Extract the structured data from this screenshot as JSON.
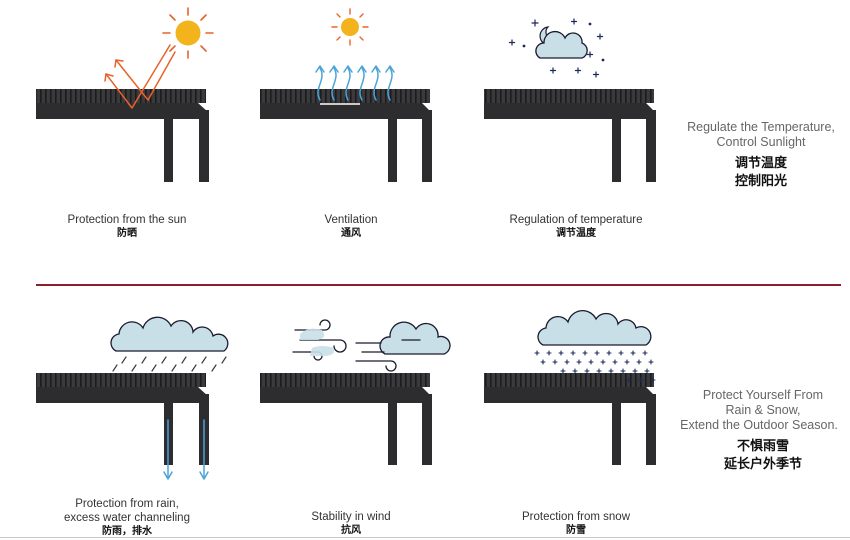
{
  "panels_top": [
    {
      "en": "Protection from the sun",
      "zh": "防晒"
    },
    {
      "en": "Ventilation",
      "zh": "通风"
    },
    {
      "en": "Regulation of temperature",
      "zh": "调节温度"
    }
  ],
  "panels_bottom": [
    {
      "en1": "Protection from rain,",
      "en2": "excess water channeling",
      "zh": "防雨，排水"
    },
    {
      "en": "Stability in wind",
      "zh": "抗风"
    },
    {
      "en": "Protection from snow",
      "zh": "防雪"
    }
  ],
  "side_top": {
    "en1": "Regulate the Temperature,",
    "en2": "Control Sunlight",
    "zh1": "调节温度",
    "zh2": "控制阳光"
  },
  "side_bottom": {
    "en1": "Protect Yourself From",
    "en2": "Rain & Snow,",
    "en3": "Extend the Outdoor Season.",
    "zh1": "不惧雨雪",
    "zh2": "延长户外季节"
  },
  "colors": {
    "frame": "#2d2d2f",
    "accent_red": "#8b1f2a",
    "sun": "#f2b31c",
    "ray_orange": "#e8632b",
    "cloud_fill": "#c9dfe8",
    "cloud_stroke": "#1a1a2e",
    "air_blue": "#4aa3d8",
    "snow_navy": "#1c2a5a"
  }
}
